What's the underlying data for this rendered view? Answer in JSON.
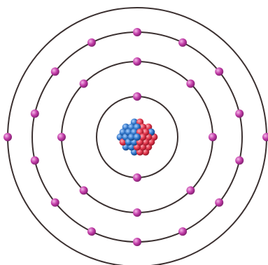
{
  "diagram": {
    "type": "bohr-atom-model",
    "nucleus": {
      "label": "",
      "particles": [
        "proton",
        "neutron",
        "proton",
        "neutron",
        "proton",
        "neutron",
        "proton",
        "neutron",
        "proton",
        "neutron",
        "proton",
        "neutron",
        "proton",
        "neutron",
        "proton",
        "neutron",
        "proton",
        "neutron",
        "proton",
        "neutron",
        "proton",
        "neutron",
        "proton",
        "neutron",
        "proton",
        "neutron",
        "proton",
        "neutron",
        "proton",
        "neutron",
        "proton",
        "neutron",
        "proton",
        "neutron"
      ]
    },
    "shells": [
      {
        "name": "shell-1",
        "electron_count": 2
      },
      {
        "name": "shell-2",
        "electron_count": 8
      },
      {
        "name": "shell-3",
        "electron_count": 14
      },
      {
        "name": "shell-4",
        "electron_count": 2
      }
    ],
    "colors": {
      "ring": "#3b3030",
      "electron": "#c03aa6",
      "electron_highlight": "#f4b8e8",
      "proton": "#e0344a",
      "neutron": "#2f74c8",
      "background": "#ffffff"
    }
  }
}
